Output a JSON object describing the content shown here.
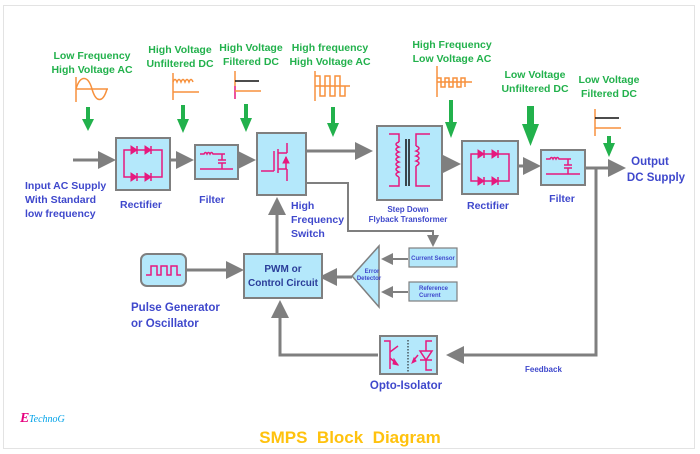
{
  "title": "SMPS  Block  Diagram",
  "brand": {
    "initial": "E",
    "rest": "TechnoG"
  },
  "colors": {
    "annotation_text": "#22b14c",
    "block_label_text": "#3f48cc",
    "block_fill": "#b4e8fb",
    "connector": "#7f7f7f",
    "symbol": "#e6197e",
    "waveform": "#f7913d",
    "title": "#ffc20e"
  },
  "waveform_annotations": [
    {
      "line1": "Low Frequency",
      "line2": "High Voltage AC",
      "waveform": "sine-wave-icon"
    },
    {
      "line1": "High Voltage",
      "line2": "Unfiltered DC",
      "waveform": "rectified-ripple-icon"
    },
    {
      "line1": "High Voltage",
      "line2": "Filtered DC",
      "waveform": "flat-dc-icon"
    },
    {
      "line1": "High frequency",
      "line2": "High Voltage AC",
      "waveform": "square-wave-icon"
    },
    {
      "line1": "High Frequency",
      "line2": "Low Voltage AC",
      "waveform": "square-wave-icon"
    },
    {
      "line1": "Low Voltage",
      "line2": "Unfiltered DC",
      "waveform": "none"
    },
    {
      "line1": "Low Voltage",
      "line2": "Filtered DC",
      "waveform": "flat-dc-icon"
    }
  ],
  "input": {
    "line1": "Input AC Supply",
    "line2": "With Standard",
    "line3": "low frequency"
  },
  "output": {
    "line1": "Output",
    "line2": "DC Supply"
  },
  "blocks": {
    "rectifier1": "Rectifier",
    "filter1": "Filter",
    "switch": {
      "line1": "High",
      "line2": "Frequency",
      "line3": "Switch"
    },
    "transformer": {
      "line1": "Step Down",
      "line2": "Flyback Transformer"
    },
    "rectifier2": "Rectifier",
    "filter2": "Filter",
    "pwm": {
      "line1": "PWM or",
      "line2": "Control Circuit"
    },
    "pulse_gen": {
      "line1": "Pulse Generator",
      "line2": "or Oscillator"
    },
    "error_detector": {
      "line1": "Error",
      "line2": "Detector"
    },
    "current_sensor": "Current Sensor",
    "reference_current": {
      "line1": "Reference",
      "line2": "Current"
    },
    "opto_isolator": "Opto-Isolator",
    "feedback": "Feedback"
  }
}
